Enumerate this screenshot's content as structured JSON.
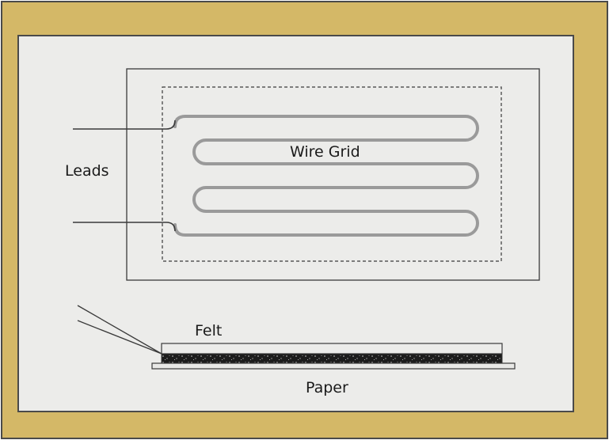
{
  "labels": {
    "leads": "Leads",
    "wire_grid": "Wire Grid",
    "felt": "Felt",
    "paper": "Paper"
  },
  "colors": {
    "outer_frame": "#d4b867",
    "frame_border": "#4a4a4a",
    "panel": "#ececea",
    "line": "#3a3a3a",
    "wire": "#9a9a9a",
    "felt_fill": "#1c1c1c",
    "paper_fill": "#e8e8e6"
  },
  "icons": {
    "strain_gauge": "serpentine-wire-grid"
  }
}
